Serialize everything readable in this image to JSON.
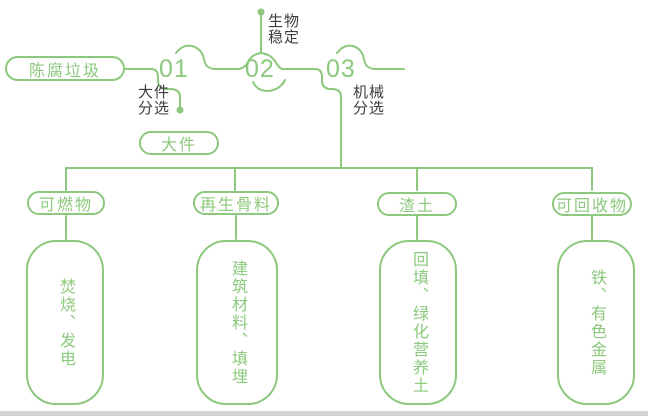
{
  "colors": {
    "accent_green": "#8cc87d",
    "label_grey": "#3d3d3d",
    "bottom_divider_grey": "#d4d4d4"
  },
  "source": {
    "label": "陈腐垃圾"
  },
  "timeline": {
    "steps": [
      {
        "number": "01",
        "process": "大件\n分选",
        "branch_output": "大件"
      },
      {
        "number": "02",
        "process": "生物\n稳定"
      },
      {
        "number": "03",
        "process": "机械\n分选"
      }
    ]
  },
  "outputs": [
    {
      "category": "可燃物",
      "uses": "焚烧、发电"
    },
    {
      "category": "再生骨料",
      "uses": "建筑材料、填埋"
    },
    {
      "category": "渣土",
      "uses": "回填、绿化营养土"
    },
    {
      "category": "可回收物",
      "uses": "铁、有色金属"
    }
  ]
}
